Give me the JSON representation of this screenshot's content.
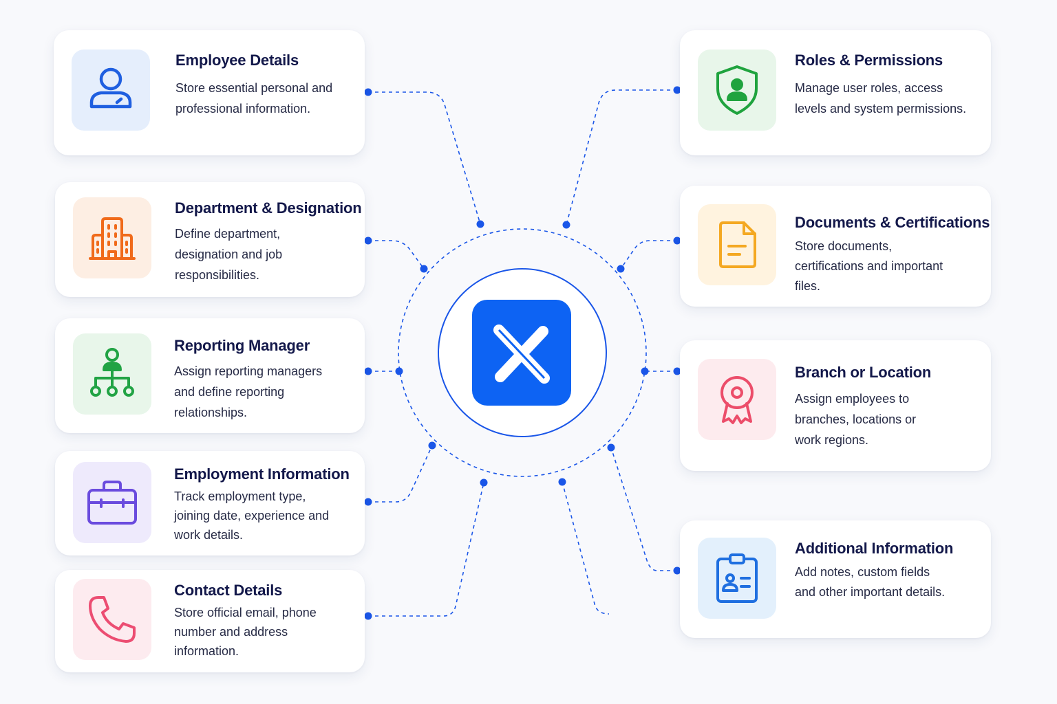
{
  "hub": {
    "icon": "x-logo-icon",
    "color": "#0d63f3"
  },
  "cards": [
    {
      "id": "employee-details",
      "title": "Employee Details",
      "description": "Store essential personal and professional information.",
      "icon": "user-icon",
      "accent": "#1f5fe0",
      "tint": "#e5eefc"
    },
    {
      "id": "department-designation",
      "title": "Department & Designation",
      "description": "Define department, designation and job responsibilities.",
      "icon": "building-icon",
      "accent": "#f06a1a",
      "tint": "#fdeee3"
    },
    {
      "id": "reporting-manager",
      "title": "Reporting Manager",
      "description": "Assign reporting managers and define reporting relationships.",
      "icon": "org-chart-icon",
      "accent": "#21a344",
      "tint": "#e8f6ea"
    },
    {
      "id": "employment-information",
      "title": "Employment Information",
      "description": "Track employment type, joining date, experience and work details.",
      "icon": "briefcase-icon",
      "accent": "#6a4bde",
      "tint": "#eeeafc"
    },
    {
      "id": "contact-details",
      "title": "Contact Details",
      "description": "Store official email, phone number and address information.",
      "icon": "phone-icon",
      "accent": "#ec4d72",
      "tint": "#fdebef"
    },
    {
      "id": "roles-permissions",
      "title": "Roles & Permissions",
      "description": "Manage user roles, access levels and system permissions.",
      "icon": "shield-user-icon",
      "accent": "#1fa33e",
      "tint": "#e8f6ea"
    },
    {
      "id": "documents-certifications",
      "title": "Documents & Certifications",
      "description": "Store documents, certifications and important files.",
      "icon": "document-icon",
      "accent": "#f4a822",
      "tint": "#fff3df"
    },
    {
      "id": "branch-location",
      "title": "Branch or Location",
      "description": "Assign employees to branches, locations or work regions.",
      "icon": "badge-ribbon-icon",
      "accent": "#ec4d6a",
      "tint": "#fdebee"
    },
    {
      "id": "additional-information",
      "title": "Additional Information",
      "description": "Add notes, custom fields and other important details.",
      "icon": "clipboard-id-icon",
      "accent": "#1f6fe0",
      "tint": "#e3f0fc"
    }
  ],
  "connector_color": "#1a56e8"
}
